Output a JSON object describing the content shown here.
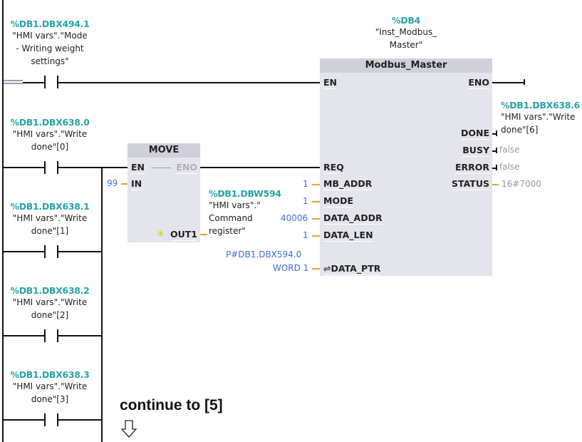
{
  "rung_contacts": [
    {
      "address": "%DB1.DBX494.1",
      "symbol_lines": [
        "\"HMI vars\".\"Mode",
        "- Writing weight",
        "settings\""
      ]
    },
    {
      "address": "%DB1.DBX638.0",
      "symbol_lines": [
        "\"HMI vars\".\"Write",
        "done\"[0]"
      ]
    },
    {
      "address": "%DB1.DBX638.1",
      "symbol_lines": [
        "\"HMI vars\".\"Write",
        "done\"[1]"
      ]
    },
    {
      "address": "%DB1.DBX638.2",
      "symbol_lines": [
        "\"HMI vars\".\"Write",
        "done\"[2]"
      ]
    },
    {
      "address": "%DB1.DBX638.3",
      "symbol_lines": [
        "\"HMI vars\".\"Write",
        "done\"[3]"
      ]
    }
  ],
  "move_block": {
    "title": "MOVE",
    "pins": {
      "en": "EN",
      "eno": "ENO",
      "in": "IN",
      "out1": "OUT1"
    },
    "in_value": "99",
    "out1_address": "%DB1.DBW594",
    "out1_symbol_lines": [
      "\"HMI vars\".\"",
      "Command",
      "register\""
    ]
  },
  "modbus_block": {
    "instance_address": "%DB4",
    "instance_symbol_lines": [
      "\"Inst_Modbus_",
      "Master\""
    ],
    "title": "Modbus_Master",
    "inputs": [
      {
        "name": "EN",
        "value": ""
      },
      {
        "name": "REQ",
        "value": ""
      },
      {
        "name": "MB_ADDR",
        "value": "1"
      },
      {
        "name": "MODE",
        "value": "1"
      },
      {
        "name": "DATA_ADDR",
        "value": "40006"
      },
      {
        "name": "DATA_LEN",
        "value": "1"
      },
      {
        "name": "DATA_PTR",
        "value_lines": [
          "P#DB1.DBX594.0",
          "WORD 1"
        ]
      }
    ],
    "inout_symbol": "⇌",
    "outputs": [
      {
        "name": "ENO",
        "value": ""
      },
      {
        "name": "DONE",
        "value_address": "%DB1.DBX638.6",
        "value_lines": [
          "\"HMI vars\".\"Write",
          "done\"[6]"
        ]
      },
      {
        "name": "BUSY",
        "value": "false"
      },
      {
        "name": "ERROR",
        "value": "false"
      },
      {
        "name": "STATUS",
        "value": "16#7000"
      }
    ]
  },
  "annotation": {
    "text": "continue to [5]",
    "arrow_icon": "down-arrow-outline"
  },
  "colors": {
    "address_teal": "#2aa3a6",
    "constant_blue": "#3d6fd6",
    "wire_orange": "#f0a030",
    "block_bg": "#e3e4ec",
    "block_header": "#cfd0db"
  }
}
